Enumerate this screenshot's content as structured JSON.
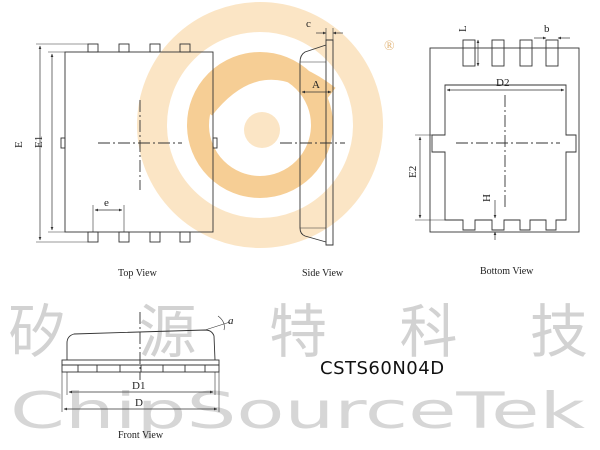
{
  "views": {
    "top": {
      "caption": "Top View",
      "dims": {
        "E": "E",
        "E1": "E1",
        "e": "e"
      }
    },
    "side": {
      "caption": "Side View",
      "dims": {
        "c": "c",
        "A": "A"
      }
    },
    "bottom": {
      "caption": "Bottom View",
      "dims": {
        "L": "L",
        "b": "b",
        "D2": "D2",
        "E2": "E2",
        "H": "H"
      }
    },
    "front": {
      "caption": "Front View",
      "dims": {
        "a": "a",
        "D1": "D1",
        "D": "D"
      }
    }
  },
  "part_number": "CSTS60N04D",
  "watermark": {
    "chinese": "矽源特科技",
    "english": "ChipSourceTek",
    "symbol": "®"
  },
  "colors": {
    "line": "#333333",
    "logo_orange": "#f6c98a",
    "logo_light": "#fbe3bf",
    "watermark": "#d2d2d2"
  }
}
